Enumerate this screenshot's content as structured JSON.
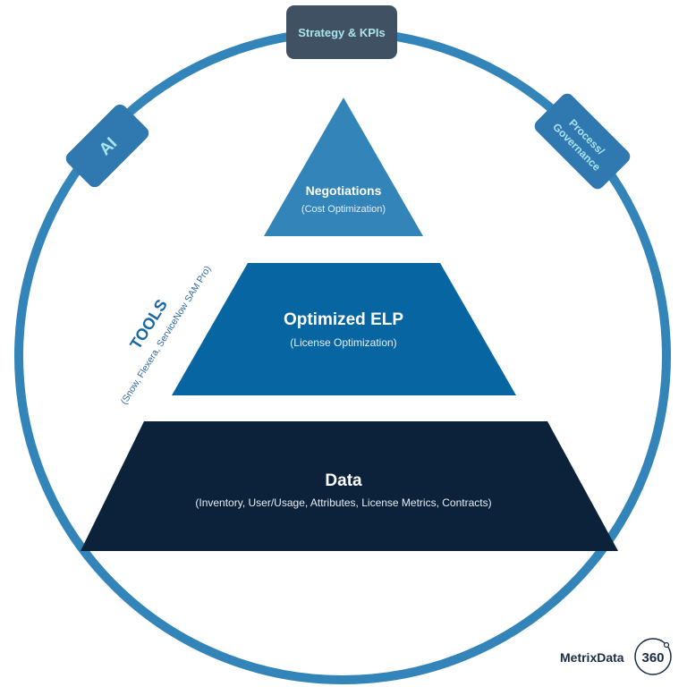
{
  "colors": {
    "ring": "#3385b9",
    "badge_top": "#3f5163",
    "badge_side": "#2f78b0",
    "badge_text": "#a9e4ee",
    "tier_top": "#3385b9",
    "tier_middle": "#0766a2",
    "tier_bottom": "#0c223a",
    "tools_text": "#1a67a8",
    "logo_text": "#1c2b45"
  },
  "ring_badges": {
    "top": "Strategy & KPIs",
    "left": "AI",
    "right_line1": "Process/",
    "right_line2": "Governance"
  },
  "pyramid": {
    "top": {
      "title": "Negotiations",
      "subtitle": "(Cost Optimization)"
    },
    "middle": {
      "title": "Optimized ELP",
      "subtitle": "(License Optimization)"
    },
    "bottom": {
      "title": "Data",
      "subtitle": "(Inventory, User/Usage, Attributes, License Metrics, Contracts)"
    }
  },
  "tools": {
    "title": "TOOLS",
    "subtitle": "(Snow, Flexera, ServiceNow SAM Pro)"
  },
  "logo": {
    "wordmark": "MetrixData",
    "badge": "360"
  }
}
